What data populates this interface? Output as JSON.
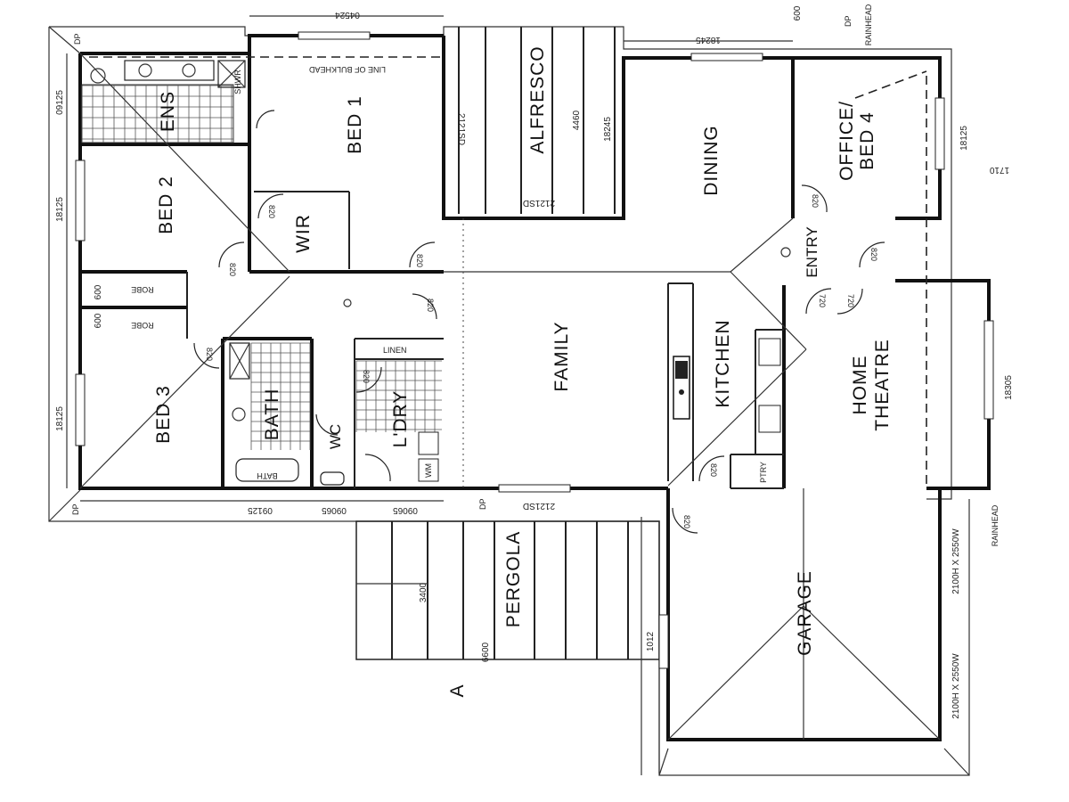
{
  "rooms": {
    "ens": "ENS",
    "bed1": "BED 1",
    "bed2": "BED 2",
    "bed3": "BED 3",
    "wir": "WIR",
    "bath": "BATH",
    "wc": "WC",
    "ldry": "L'DRY",
    "alfresco": "ALFRESCO",
    "dining": "DINING",
    "office": "OFFICE/",
    "office2": "BED 4",
    "family": "FAMILY",
    "kitchen": "KITCHEN",
    "entry": "ENTRY",
    "home_theatre": "HOME",
    "home_theatre2": "THEATRE",
    "garage": "GARAGE",
    "pergola": "PERGOLA"
  },
  "labels": {
    "line_of_bulkhead": "LINE OF BULKHEAD",
    "linen": "LINEN",
    "shwr": "SHWR",
    "rainhead": "RAINHEAD",
    "dp": "DP",
    "ptry": "PTRY",
    "wm": "WM",
    "bath_tub": "BATH",
    "robe": "ROBE",
    "section": "A"
  },
  "dimensions": {
    "d04524": "04524",
    "d18245": "18245",
    "d12245": "18245",
    "d2121sd_a": "2121SD",
    "d2121sd_b": "2121SD",
    "d2121sd_c": "2121SD",
    "d4460": "4460",
    "d09125_l": "09125",
    "d18125_l": "18125",
    "d18125_l2": "18125",
    "d09125_b": "09125",
    "d09065_a": "09065",
    "d09065_b": "09065",
    "d18125_r": "18125",
    "d1710": "1710",
    "d18305": "18305",
    "d600": "600",
    "d600b": "600",
    "d600c": "600",
    "d1012": "1012",
    "d3400": "3400",
    "d6600": "6600",
    "d2100a": "2100H X 2550W",
    "d2100b": "2100H X 2550W",
    "door820a": "820",
    "door820b": "820",
    "door820c": "820",
    "door820d": "820",
    "door820e": "820",
    "door820f": "820",
    "door820g": "820",
    "door820h": "820",
    "door820i": "820",
    "door820j": "820",
    "door720a": "720",
    "door720b": "720"
  }
}
